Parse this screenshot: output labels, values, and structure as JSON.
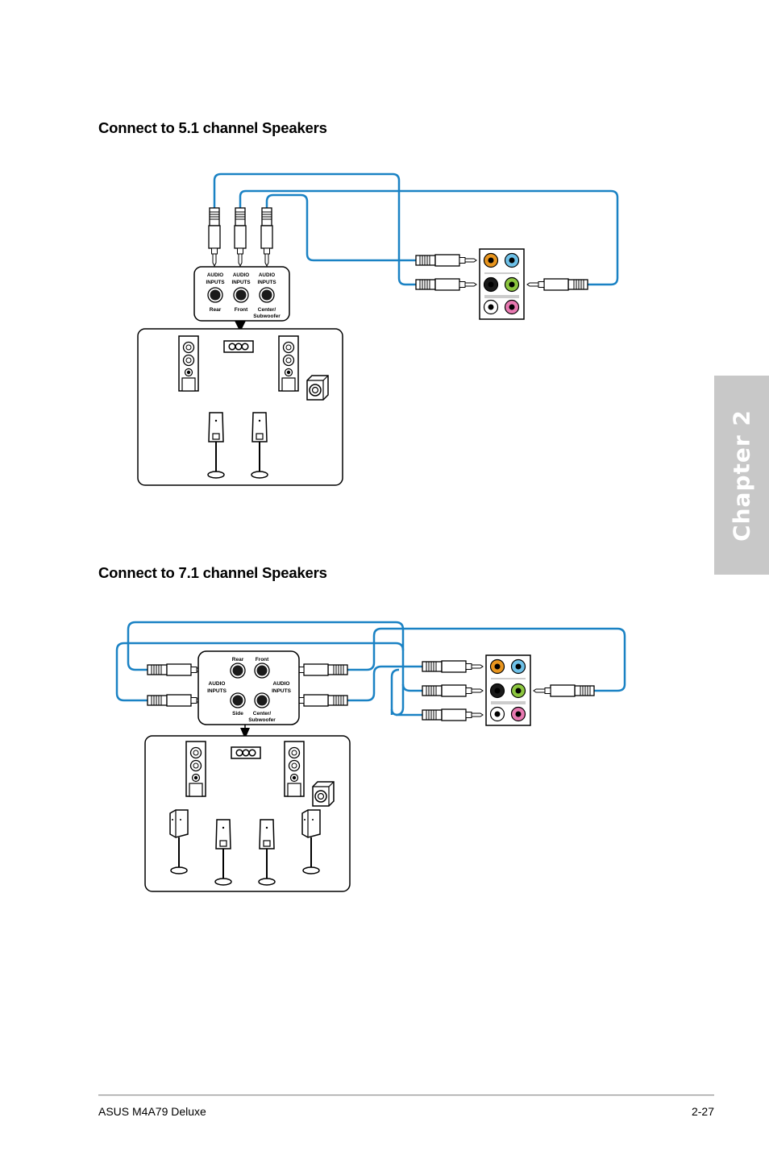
{
  "sections": [
    {
      "heading": "Connect to 5.1 channel Speakers",
      "receiver": {
        "input_labels": [
          "AUDIO INPUTS",
          "AUDIO INPUTS",
          "AUDIO INPUTS"
        ],
        "jack_labels": [
          "Rear",
          "Front",
          "Center/",
          "Subwoofer"
        ]
      }
    },
    {
      "heading": "Connect to 7.1 channel Speakers",
      "receiver": {
        "top_labels": [
          "Rear",
          "Front"
        ],
        "input_labels": [
          "AUDIO INPUTS",
          "AUDIO INPUTS"
        ],
        "bottom_labels": [
          "Side",
          "Center/",
          "Subwoofer"
        ]
      }
    }
  ],
  "chapter_tab": "Chapter 2",
  "footer": {
    "left": "ASUS M4A79 Deluxe",
    "right": "2-27"
  },
  "colors": {
    "cable": "#1a82c4",
    "jack_orange": "#e8951e",
    "jack_blue": "#6ec1e8",
    "jack_black": "#1a1a1a",
    "jack_green": "#8cc63f",
    "jack_white": "#ffffff",
    "jack_pink": "#e879b1",
    "tab_gray": "#c8c8c8"
  }
}
